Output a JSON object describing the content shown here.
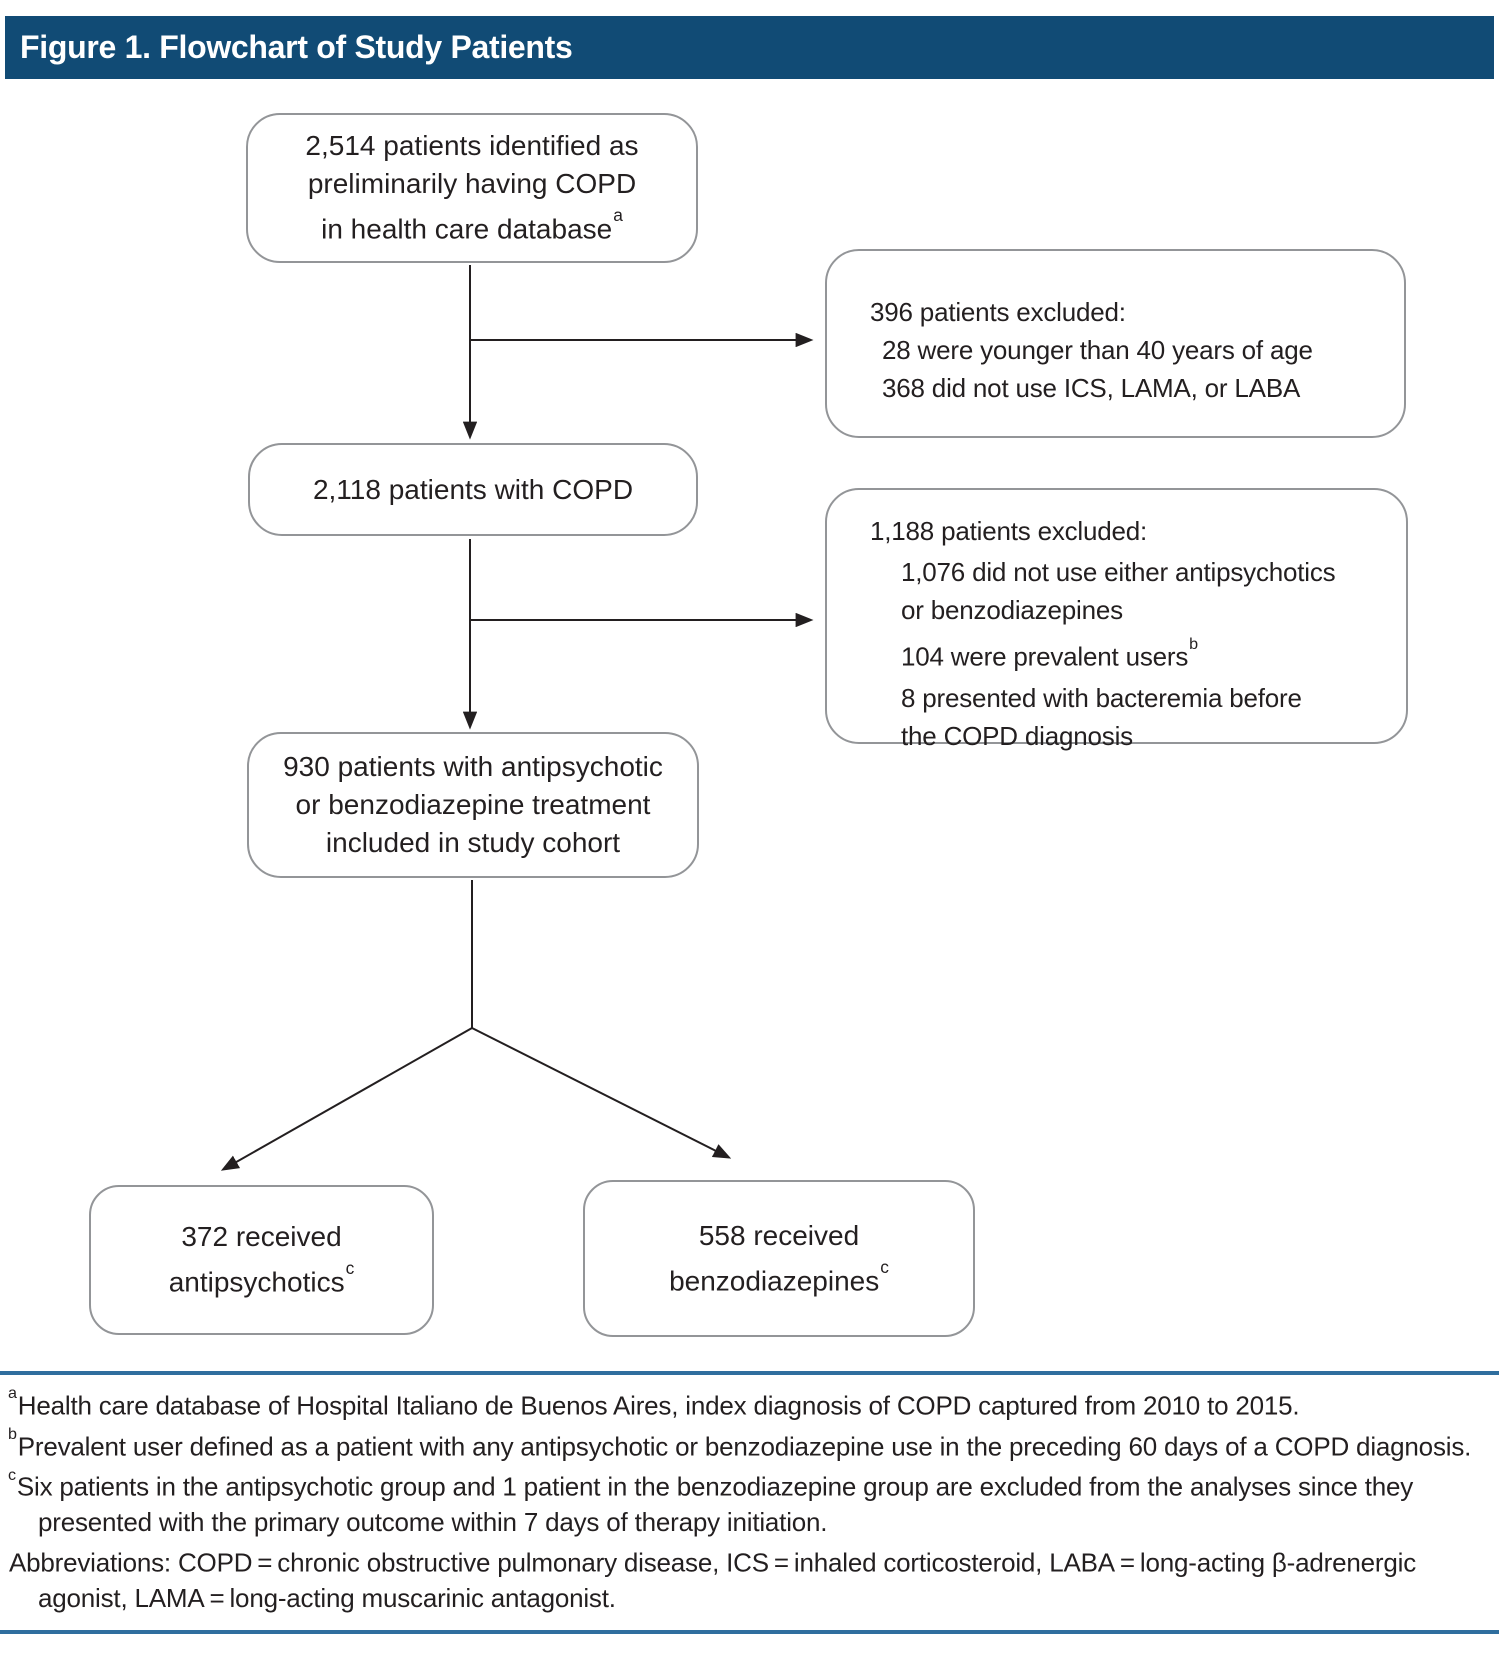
{
  "figure": {
    "title": "Figure 1. Flowchart of Study Patients"
  },
  "colors": {
    "title_bar_bg": "#114B75",
    "title_text": "#FFFFFF",
    "divider": "#2F6E9E",
    "box_border": "#939598",
    "text": "#231F20"
  },
  "flowchart": {
    "main_boxes": [
      {
        "id": "identified",
        "lines": [
          "2,514 patients identified as",
          "preliminarily having COPD",
          "in health care database"
        ],
        "sup": "a"
      },
      {
        "id": "copd",
        "lines": [
          "2,118 patients with COPD"
        ]
      },
      {
        "id": "cohort",
        "lines": [
          "930 patients with antipsychotic",
          "or benzodiazepine treatment",
          "included in study cohort"
        ]
      },
      {
        "id": "antipsychotics",
        "lines": [
          "372 received",
          "antipsychotics"
        ],
        "sup": "c"
      },
      {
        "id": "benzodiazepines",
        "lines": [
          "558 received",
          "benzodiazepines"
        ],
        "sup": "c"
      }
    ],
    "exclusion_boxes": [
      {
        "heading": "396 patients excluded:",
        "items": [
          {
            "lines": [
              "28 were younger than 40 years of age"
            ]
          },
          {
            "lines": [
              "368 did not use ICS, LAMA, or LABA"
            ]
          }
        ]
      },
      {
        "heading": "1,188 patients excluded:",
        "items": [
          {
            "lines": [
              "1,076 did not use either antipsychotics",
              "or benzodiazepines"
            ]
          },
          {
            "lines": [
              "104 were prevalent users"
            ],
            "sup": "b"
          },
          {
            "lines": [
              "8 presented with bacteremia before",
              "the COPD diagnosis"
            ]
          }
        ]
      }
    ]
  },
  "footnotes": [
    {
      "sup": "a",
      "text": "Health care database of Hospital Italiano de Buenos Aires, index diagnosis of COPD captured from 2010 to 2015."
    },
    {
      "sup": "b",
      "text": "Prevalent user defined as a patient with any antipsychotic or benzodiazepine use in the preceding 60 days of a COPD diagnosis."
    },
    {
      "sup": "c",
      "text": "Six patients in the antipsychotic group and 1 patient in the benzodiazepine group are excluded from the analyses since they presented with the primary outcome within 7 days of therapy initiation."
    },
    {
      "sup": "",
      "text": "Abbreviations: COPD = chronic obstructive pulmonary disease, ICS = inhaled corticosteroid, LABA = long-acting β-adrenergic agonist, LAMA = long-acting muscarinic antagonist."
    }
  ]
}
